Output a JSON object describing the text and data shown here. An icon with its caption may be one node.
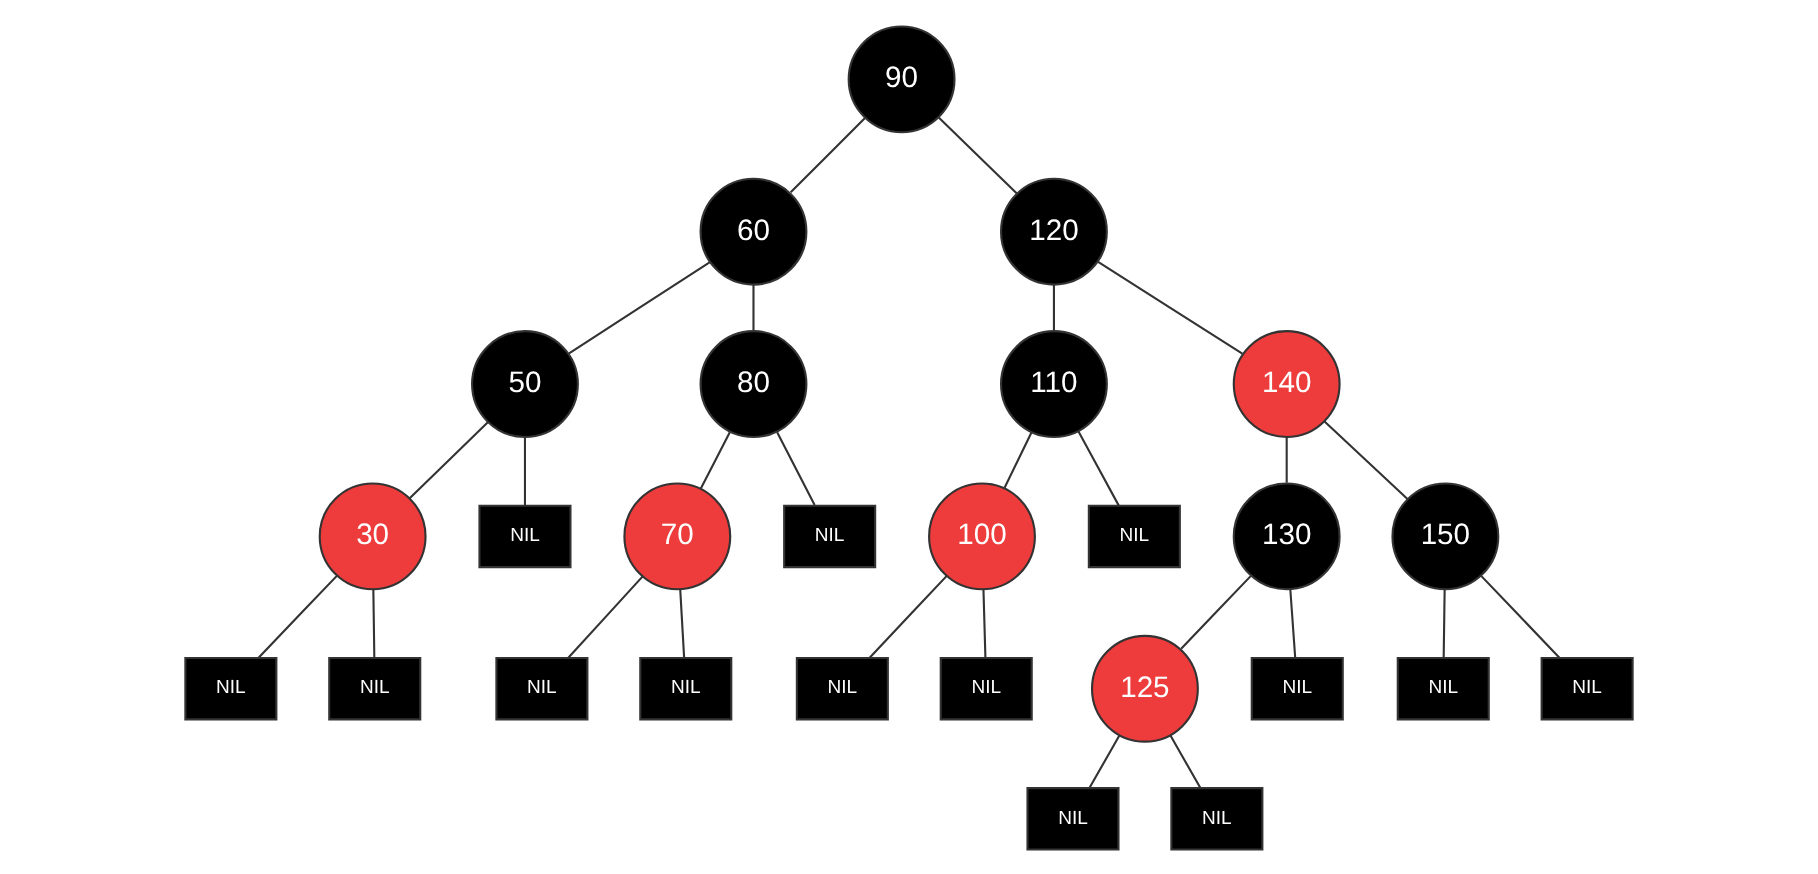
{
  "diagram": {
    "nodes": [
      {
        "text": [
          "90"
        ]
      },
      {
        "text": [
          "60"
        ]
      },
      {
        "text": [
          "120"
        ]
      },
      {
        "text": [
          "50"
        ]
      },
      {
        "text": [
          "80"
        ]
      },
      {
        "text": [
          "110"
        ]
      },
      {
        "text": [
          "140"
        ]
      },
      {
        "text": [
          "30"
        ]
      },
      {
        "text": [
          "NIL"
        ]
      },
      {
        "text": [
          "70"
        ]
      },
      {
        "text": [
          "NIL"
        ]
      },
      {
        "text": [
          "100"
        ]
      },
      {
        "text": [
          "NIL"
        ]
      },
      {
        "text": [
          "130"
        ]
      },
      {
        "text": [
          "150"
        ]
      },
      {
        "text": [
          "NIL"
        ]
      },
      {
        "text": [
          "NIL"
        ]
      },
      {
        "text": [
          "NIL"
        ]
      },
      {
        "text": [
          "NIL"
        ]
      },
      {
        "text": [
          "NIL"
        ]
      },
      {
        "text": [
          "NIL"
        ]
      },
      {
        "text": [
          "125"
        ]
      },
      {
        "text": [
          "NIL"
        ]
      },
      {
        "text": [
          "NIL"
        ]
      },
      {
        "text": [
          "NIL"
        ]
      },
      {
        "text": [
          "NIL"
        ]
      },
      {
        "text": [
          "NIL"
        ]
      }
    ],
    "edges": [
      {
        "from": 0,
        "to": 1,
        "arrow": "none"
      },
      {
        "from": 0,
        "to": 2,
        "arrow": "none"
      },
      {
        "from": 1,
        "to": 3,
        "arrow": "none"
      },
      {
        "from": 1,
        "to": 4,
        "arrow": "none"
      },
      {
        "from": 2,
        "to": 5,
        "arrow": "none"
      },
      {
        "from": 2,
        "to": 6,
        "arrow": "none"
      },
      {
        "from": 3,
        "to": 7,
        "arrow": "none"
      },
      {
        "from": 3,
        "to": 8,
        "arrow": "none"
      },
      {
        "from": 4,
        "to": 9,
        "arrow": "none"
      },
      {
        "from": 4,
        "to": 10,
        "arrow": "none"
      },
      {
        "from": 5,
        "to": 11,
        "arrow": "none"
      },
      {
        "from": 5,
        "to": 12,
        "arrow": "none"
      },
      {
        "from": 6,
        "to": 13,
        "arrow": "none"
      },
      {
        "from": 6,
        "to": 14,
        "arrow": "none"
      },
      {
        "from": 7,
        "to": 15,
        "arrow": "none"
      },
      {
        "from": 7,
        "to": 16,
        "arrow": "none"
      },
      {
        "from": 9,
        "to": 17,
        "arrow": "none"
      },
      {
        "from": 9,
        "to": 18,
        "arrow": "none"
      },
      {
        "from": 11,
        "to": 19,
        "arrow": "none"
      },
      {
        "from": 11,
        "to": 20,
        "arrow": "none"
      },
      {
        "from": 13,
        "to": 21,
        "arrow": "none"
      },
      {
        "from": 13,
        "to": 22,
        "arrow": "none"
      },
      {
        "from": 14,
        "to": 23,
        "arrow": "none"
      },
      {
        "from": 14,
        "to": 24,
        "arrow": "none"
      },
      {
        "from": 21,
        "to": 25,
        "arrow": "none"
      },
      {
        "from": 21,
        "to": 26,
        "arrow": "none"
      }
    ]
  }
}
